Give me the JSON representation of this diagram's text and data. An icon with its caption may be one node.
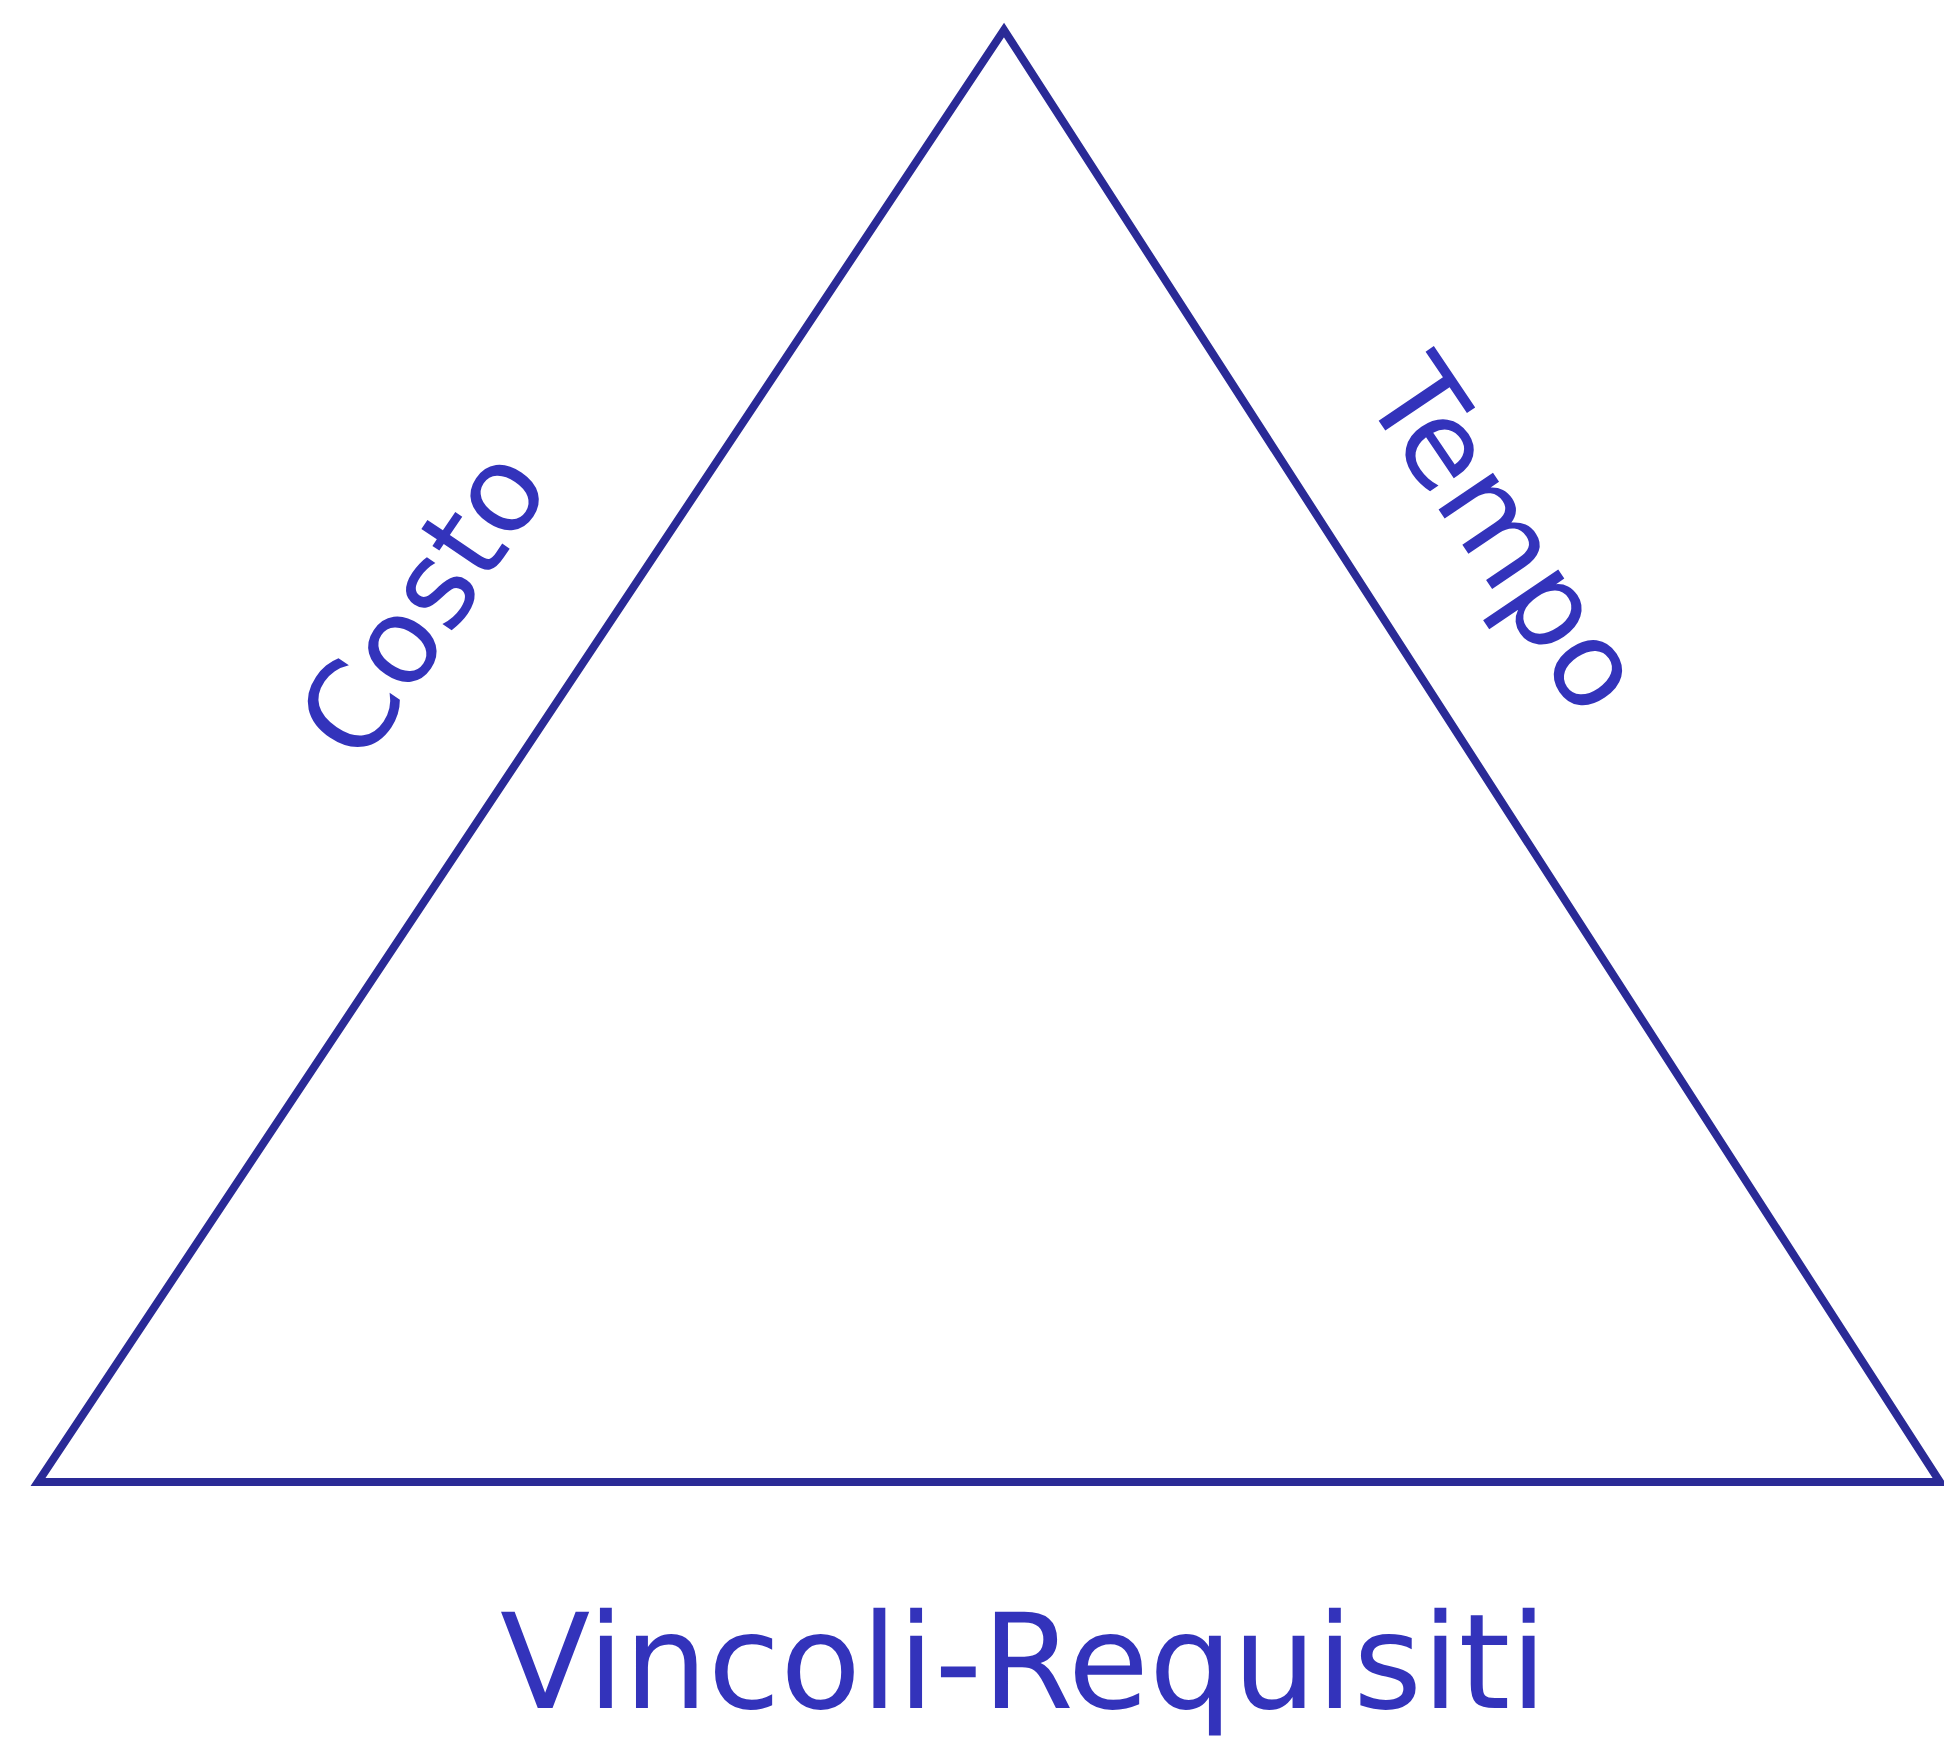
{
  "diagram": {
    "labels": [
      "Costo",
      "Tempo",
      "Vincoli-Requisiti"
    ]
  }
}
